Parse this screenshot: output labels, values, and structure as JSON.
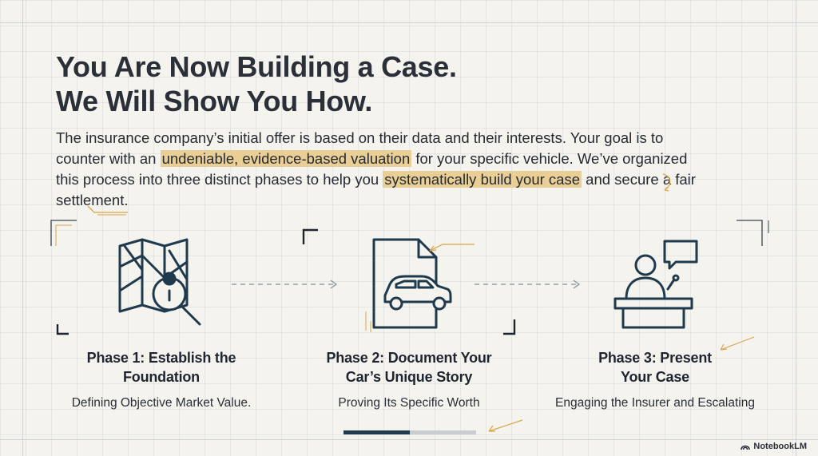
{
  "title": {
    "line1": "You Are Now Building a Case.",
    "line2": "We Will Show You How."
  },
  "intro": {
    "part1": "The insurance company’s initial offer is based on their data and their interests. Your goal is to counter with an ",
    "highlight1": "undeniable, evidence-based valuation",
    "part2": " for your specific vehicle. We’ve organized this process into three distinct phases to help you ",
    "highlight2": "systematically build your case",
    "part3": " and secure a fair settlement."
  },
  "phases": [
    {
      "title_line1": "Phase 1: Establish the",
      "title_line2": "Foundation",
      "subtitle": "Defining Objective Market Value.",
      "icon": "map-magnifier-icon"
    },
    {
      "title_line1": "Phase 2: Document Your",
      "title_line2": "Car’s Unique Story",
      "subtitle": "Proving Its Specific Worth",
      "icon": "document-car-icon"
    },
    {
      "title_line1": "Phase 3: Present",
      "title_line2": "Your Case",
      "subtitle": "Engaging the Insurer and Escalating",
      "icon": "speaker-podium-icon"
    }
  ],
  "progress": {
    "value": 0.5
  },
  "branding": {
    "logo_text": "NotebookLM"
  },
  "colors": {
    "ink": "#1f3a4d",
    "accent": "#d9a54a",
    "highlight": "#e9cf95",
    "background": "#f4f3ee"
  }
}
